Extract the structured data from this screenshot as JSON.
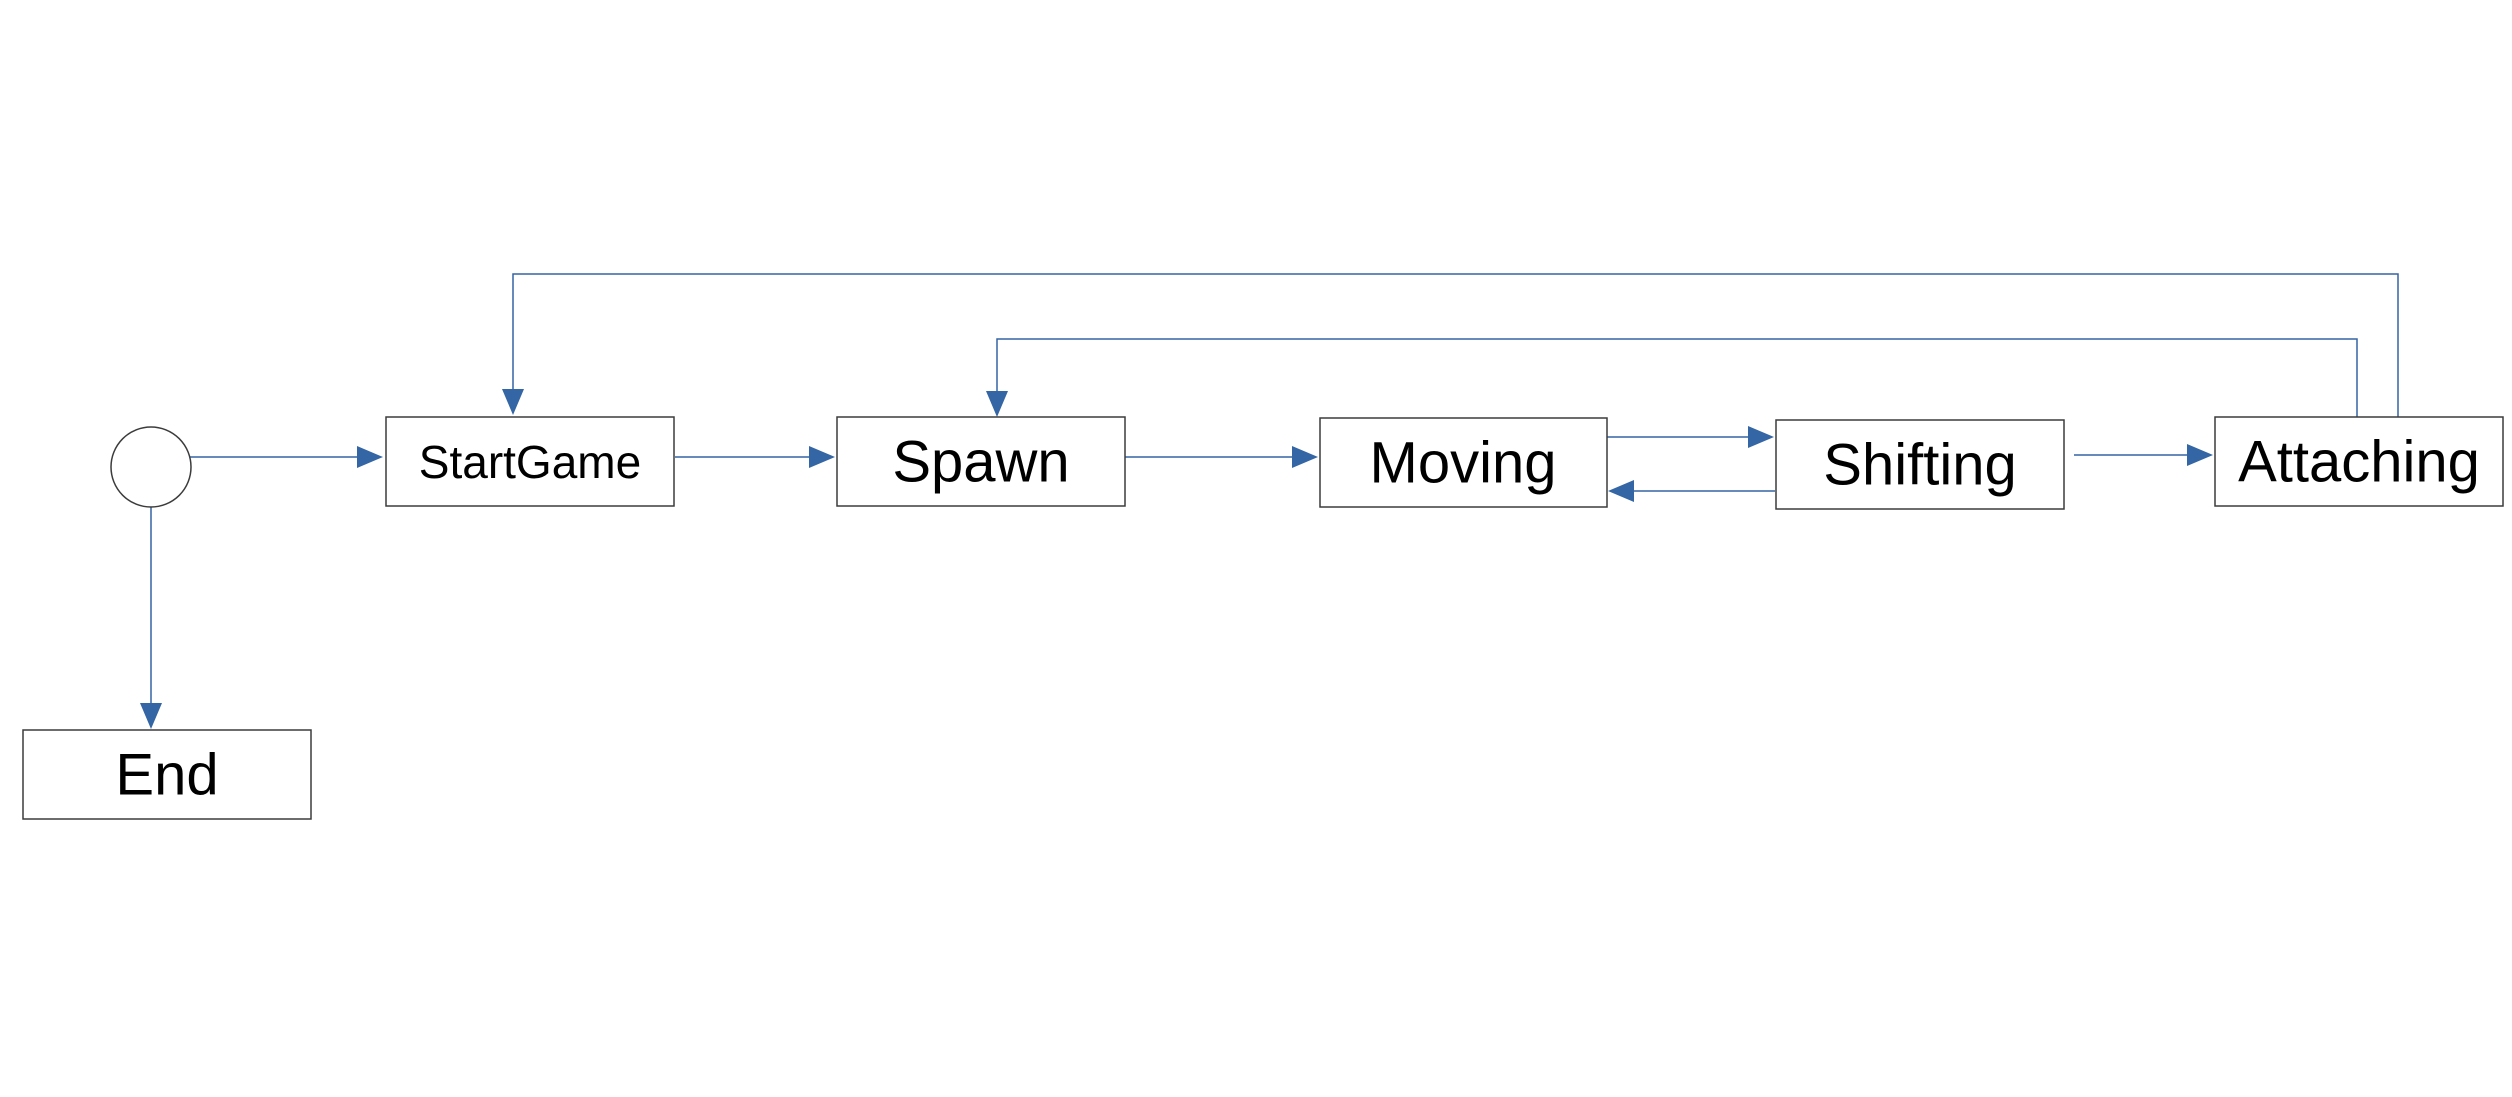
{
  "diagram": {
    "colors": {
      "edge": "#3465a4",
      "node_border": "#3c3c3c",
      "background": "#ffffff"
    },
    "nodes": {
      "start": {
        "shape": "circle"
      },
      "startgame": {
        "label": "StartGame"
      },
      "spawn": {
        "label": "Spawn"
      },
      "moving": {
        "label": "Moving"
      },
      "shifting": {
        "label": "Shifting"
      },
      "attaching": {
        "label": "Attaching"
      },
      "end": {
        "label": "End"
      }
    },
    "edges": [
      {
        "from": "start",
        "to": "startgame"
      },
      {
        "from": "start",
        "to": "end"
      },
      {
        "from": "startgame",
        "to": "spawn"
      },
      {
        "from": "spawn",
        "to": "moving"
      },
      {
        "from": "moving",
        "to": "shifting"
      },
      {
        "from": "shifting",
        "to": "moving"
      },
      {
        "from": "shifting",
        "to": "attaching"
      },
      {
        "from": "attaching",
        "to": "spawn"
      },
      {
        "from": "attaching",
        "to": "startgame"
      }
    ]
  }
}
